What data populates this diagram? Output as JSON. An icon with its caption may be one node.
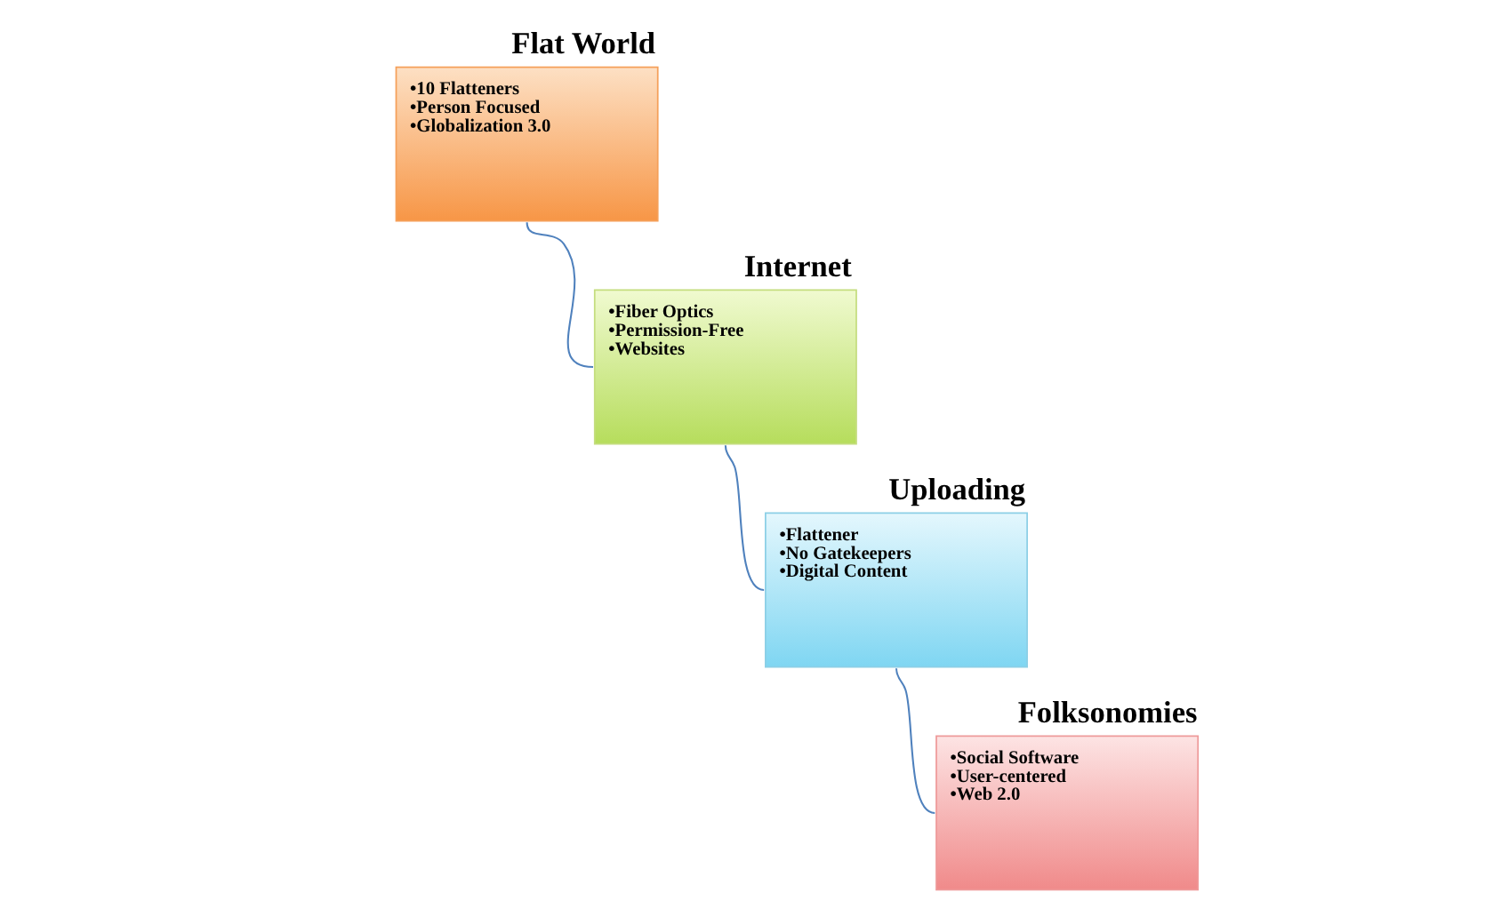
{
  "diagram": {
    "nodes": [
      {
        "text": [
          "Flat World",
          "•10 Flatteners",
          "•Person Focused",
          "•Globalization 3.0"
        ]
      },
      {
        "text": [
          "Internet",
          "•Fiber Optics",
          "•Permission-Free",
          "•Websites"
        ]
      },
      {
        "text": [
          "Uploading",
          "•Flattener",
          "•No Gatekeepers",
          "•Digital Content"
        ]
      },
      {
        "text": [
          "Folksonomies",
          "•Social Software",
          "•User-centered",
          "•Web 2.0"
        ]
      }
    ],
    "edges": [
      {
        "from": 0,
        "to": 1,
        "arrow": "none"
      },
      {
        "from": 1,
        "to": 2,
        "arrow": "none"
      },
      {
        "from": 2,
        "to": 3,
        "arrow": "none"
      }
    ]
  }
}
